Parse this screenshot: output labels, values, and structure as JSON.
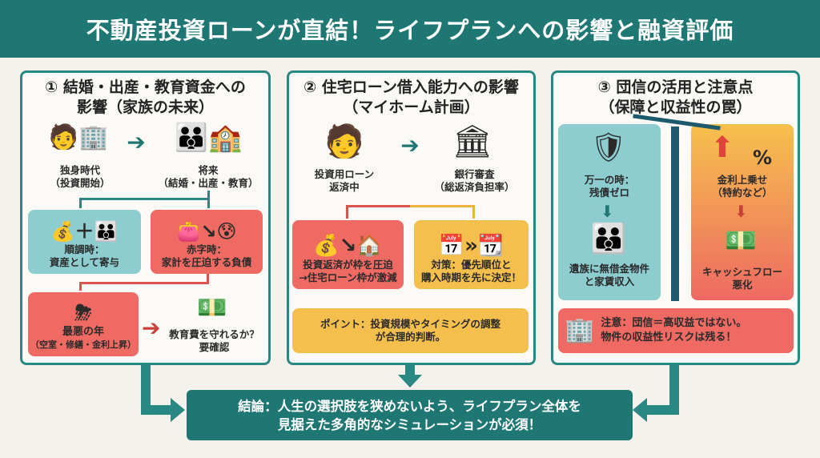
{
  "title": "不動産投資ローンが直結！ライフプランへの影響と融資評価",
  "colors": {
    "teal": "#1f7773",
    "light_teal": "#8dcdd0",
    "red": "#ee6a63",
    "yellow": "#f5bf4d"
  },
  "panel1": {
    "title1": "① 結婚・出産・教育資金への",
    "title2": "影響（家族の未来）",
    "single1": "独身時代",
    "single2": "（投資開始）",
    "future1": "将来",
    "future2": "（結婚・出産・教育）",
    "good1": "順調時：",
    "good2": "資産として寄与",
    "bad1": "赤字時：",
    "bad2": "家計を圧迫する負債",
    "worst1": "最悪の年",
    "worst2": "（空室・修繕・金利上昇）",
    "edu1": "教育費を守れるか？",
    "edu2": "要確認"
  },
  "panel2": {
    "title1": "② 住宅ローン借入能力への影響",
    "title2": "（マイホーム計画）",
    "repay1": "投資用ローン",
    "repay2": "返済中",
    "bank1": "銀行審査",
    "bank2": "（総返済負担率）",
    "squeeze1": "投資返済が枠を圧迫",
    "squeeze2": "→住宅ローン枠が激減",
    "measure1": "対策：優先順位と",
    "measure2": "購入時期を先に決定！",
    "point1": "ポイント：投資規模やタイミングの調整",
    "point2": "が合理的判断。"
  },
  "panel3": {
    "title1": "③ 団信の活用と注意点",
    "title2": "（保障と収益性の罠）",
    "emerg1": "万一の時：",
    "emerg2": "残債ゼロ",
    "family1": "遺族に無借金物件",
    "family2": "と家賃収入",
    "rate1": "金利上乗せ",
    "rate2": "（特約など）",
    "percent": "%",
    "cf1": "キャッシュフロー",
    "cf2": "悪化",
    "note1": "注意：団信＝高収益ではない。",
    "note2": "物件の収益性リスクは残る！"
  },
  "conclusion": {
    "line1": "結論：人生の選択肢を狭めないよう、ライフプラン全体を",
    "line2": "見据えた多角的なシミュレーションが必須！"
  }
}
